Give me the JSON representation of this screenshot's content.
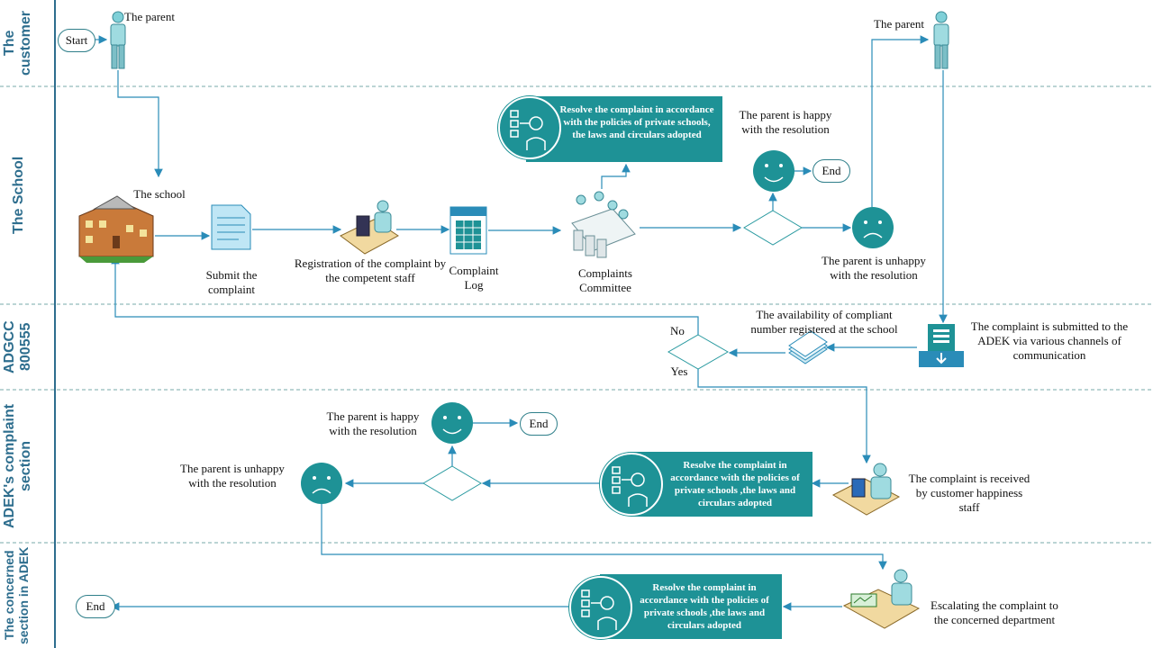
{
  "lanes": [
    {
      "label": "The customer"
    },
    {
      "label": "The School"
    },
    {
      "label": "ADGCC 800555"
    },
    {
      "label": "ADEK's complaint section"
    },
    {
      "label": "The concerned section in ADEK"
    }
  ],
  "customer": {
    "start": "Start",
    "parent_left": "The parent",
    "parent_right": "The parent"
  },
  "school": {
    "school_label": "The school",
    "submit": "Submit the complaint",
    "registration": "Registration of the complaint by the competent staff",
    "log": "Complaint Log",
    "committee": "Complaints Committee",
    "resolve": "Resolve the complaint in accordance with the policies of private schools, the laws and circulars adopted",
    "happy": "The parent is happy with the resolution",
    "unhappy": "The parent is unhappy with the resolution",
    "end": "End"
  },
  "adgcc": {
    "submitted": "The complaint is submitted to the ADEK via various channels of communication",
    "availability": "The availability of compliant number registered at the school",
    "no": "No",
    "yes": "Yes"
  },
  "adek": {
    "received": "The complaint is received by customer happiness staff",
    "resolve": "Resolve the complaint in accordance with the policies of private schools ,the laws and circulars adopted",
    "happy": "The parent is happy with the resolution",
    "unhappy": "The parent is unhappy with the resolution",
    "end": "End"
  },
  "concerned": {
    "escalate": "Escalating the complaint to the concerned department",
    "resolve": "Resolve the complaint in accordance with the policies of private schools ,the laws and circulars adopted",
    "end": "End"
  },
  "colors": {
    "teal": "#1e9296",
    "line": "#2a8cb8",
    "lane": "#2e6e8e"
  }
}
